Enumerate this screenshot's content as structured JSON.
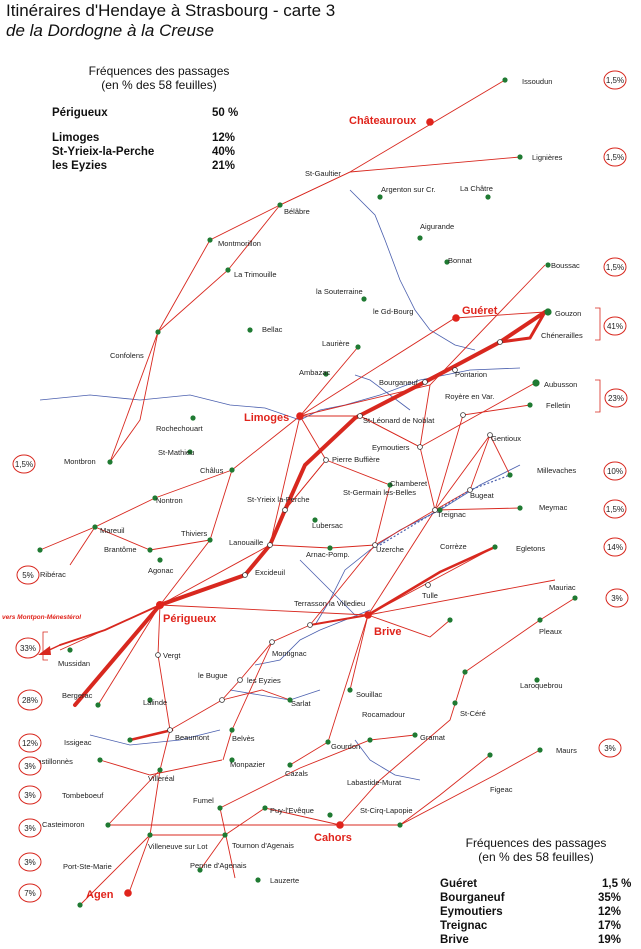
{
  "title": {
    "line1": "Itinéraires d'Hendaye à Strasbourg - carte 3",
    "line2": "de la Dordogne à la Creuse"
  },
  "freq_top": {
    "heading1": "Fréquences des passages",
    "heading2": "(en % des 58 feuilles)",
    "rows": [
      {
        "name": "Périgueux",
        "value": "50 %"
      },
      {
        "name": "Limoges",
        "value": "12%"
      },
      {
        "name": "St-Yrieix-la-Perche",
        "value": "40%"
      },
      {
        "name": "les Eyzies",
        "value": "21%"
      }
    ]
  },
  "freq_bottom": {
    "heading1": "Fréquences des passages",
    "heading2": "(en % des 58 feuilles)",
    "rows": [
      {
        "name": "Guéret",
        "value": "1,5 %"
      },
      {
        "name": "Bourganeuf",
        "value": "35%"
      },
      {
        "name": "Eymoutiers",
        "value": "12%"
      },
      {
        "name": "Treignac",
        "value": "17%"
      },
      {
        "name": "Brive",
        "value": "19%"
      }
    ]
  },
  "side_label": "vers Montpon-Ménestérol",
  "cities": [
    "Châteauroux",
    "Guéret",
    "Limoges",
    "Périgueux",
    "Brive",
    "Cahors",
    "Agen"
  ],
  "towns": [
    "Issoudun",
    "Lignières",
    "Boussac",
    "Gouzon",
    "Chénerailles",
    "Aubusson",
    "Felletin",
    "Millevaches",
    "Meymac",
    "Egletons",
    "Mauriac",
    "Pleaux",
    "Laroquebrou",
    "Maurs",
    "Figeac",
    "St-Céré",
    "St-Gaultier",
    "Argenton sur Cr.",
    "La Châtre",
    "Aigurande",
    "Bonnat",
    "la Souterraine",
    "le Gd-Bourg",
    "Bellac",
    "Laurière",
    "Ambazac",
    "Bourganeuf",
    "Pontarion",
    "Royère en Var.",
    "Gentioux",
    "Bugeat",
    "Treignac",
    "Corrèze",
    "Tulle",
    "Uzerche",
    "Chamberet",
    "St-Germain les-Belles",
    "Eymoutiers",
    "St-Léonard de Noblat",
    "Pierre Buffière",
    "Lubersac",
    "Arnac-Pomp.",
    "Terrasson la Villedieu",
    "Montignac",
    "Souillac",
    "Rocamadour",
    "Gramat",
    "Gourdon",
    "Labastide-Murat",
    "St-Cirq-Lapopie",
    "Puy-l'Evêque",
    "Cazals",
    "Sarlat",
    "les Eyzies",
    "le Bugue",
    "Belvès",
    "Beaumont",
    "Monpazier",
    "Lalinde",
    "Vergt",
    "Excideuil",
    "Lanouaille",
    "St-Yrieix la-Perche",
    "Thiviers",
    "Châlus",
    "Nontron",
    "St-Mathieu",
    "Rochechouart",
    "Confolens",
    "Montmorillon",
    "La Trimouille",
    "Bélâbre",
    "Montbron",
    "Mareuil",
    "Brantôme",
    "Ribérac",
    "Agonac",
    "Mussidan",
    "Bergerac",
    "Issigeac",
    "Castillonnès",
    "Villeréal",
    "Tombeboeuf",
    "Casteimoron",
    "Villeneuve sur Lot",
    "Penne d'Agenais",
    "Tournon d'Agenais",
    "Fumel",
    "Lauzerte",
    "Port-Ste-Marie"
  ],
  "percent_badges": [
    "1,5%",
    "1,5%",
    "1,5%",
    "41%",
    "23%",
    "10%",
    "1,5%",
    "14%",
    "3%",
    "3%",
    "1,5%",
    "5%",
    "33%",
    "28%",
    "12%",
    "3%",
    "3%",
    "3%",
    "3%",
    "7%"
  ],
  "colors": {
    "route": "#d8281f",
    "river": "#4a5fae",
    "town": "#1f7a32",
    "city": "#e0241c"
  }
}
